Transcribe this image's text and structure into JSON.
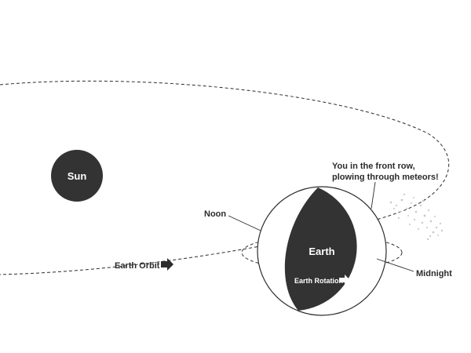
{
  "sun": {
    "label": "Sun"
  },
  "earth": {
    "label": "Earth"
  },
  "labels": {
    "noon": "Noon",
    "midnight": "Midnight",
    "front_row_line1": "You in the front row,",
    "front_row_line2": "plowing through meteors!",
    "earth_orbit": "Earth Orbit",
    "earth_rotation": "Earth Rotation"
  },
  "colors": {
    "dark": "#333333",
    "line": "#2b2b2b",
    "background": "#ffffff",
    "meteors": "#c8c8c8"
  }
}
